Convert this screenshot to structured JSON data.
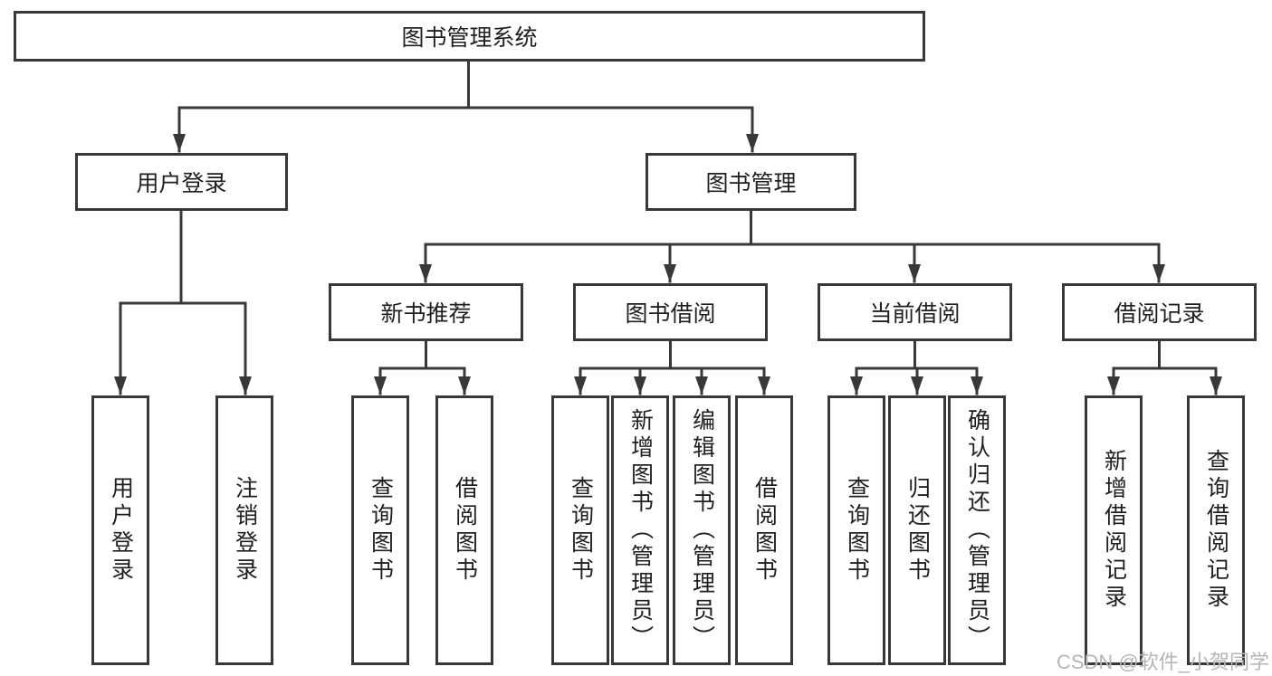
{
  "tree": {
    "root": {
      "label": "图书管理系统",
      "children": [
        {
          "label": "用户登录",
          "children": [
            {
              "label": "用户登录"
            },
            {
              "label": "注销登录"
            }
          ]
        },
        {
          "label": "图书管理",
          "children": [
            {
              "label": "新书推荐",
              "children": [
                {
                  "label": "查询图书"
                },
                {
                  "label": "借阅图书"
                }
              ]
            },
            {
              "label": "图书借阅",
              "children": [
                {
                  "label": "查询图书"
                },
                {
                  "label": "新增图书（管理员）"
                },
                {
                  "label": "编辑图书（管理员）"
                },
                {
                  "label": "借阅图书"
                }
              ]
            },
            {
              "label": "当前借阅",
              "children": [
                {
                  "label": "查询图书"
                },
                {
                  "label": "归还图书"
                },
                {
                  "label": "确认归还（管理员）"
                }
              ]
            },
            {
              "label": "借阅记录",
              "children": [
                {
                  "label": "新增借阅记录"
                },
                {
                  "label": "查询借阅记录"
                }
              ]
            }
          ]
        }
      ]
    }
  },
  "watermark": {
    "text": "CSDN @软件_小贺同学"
  },
  "colors": {
    "line": "#383838",
    "box_border": "#383838",
    "box_background": "#ffffff",
    "text": "#1f1f1f",
    "watermark": "#b5b5b5",
    "background": "#ffffff"
  }
}
